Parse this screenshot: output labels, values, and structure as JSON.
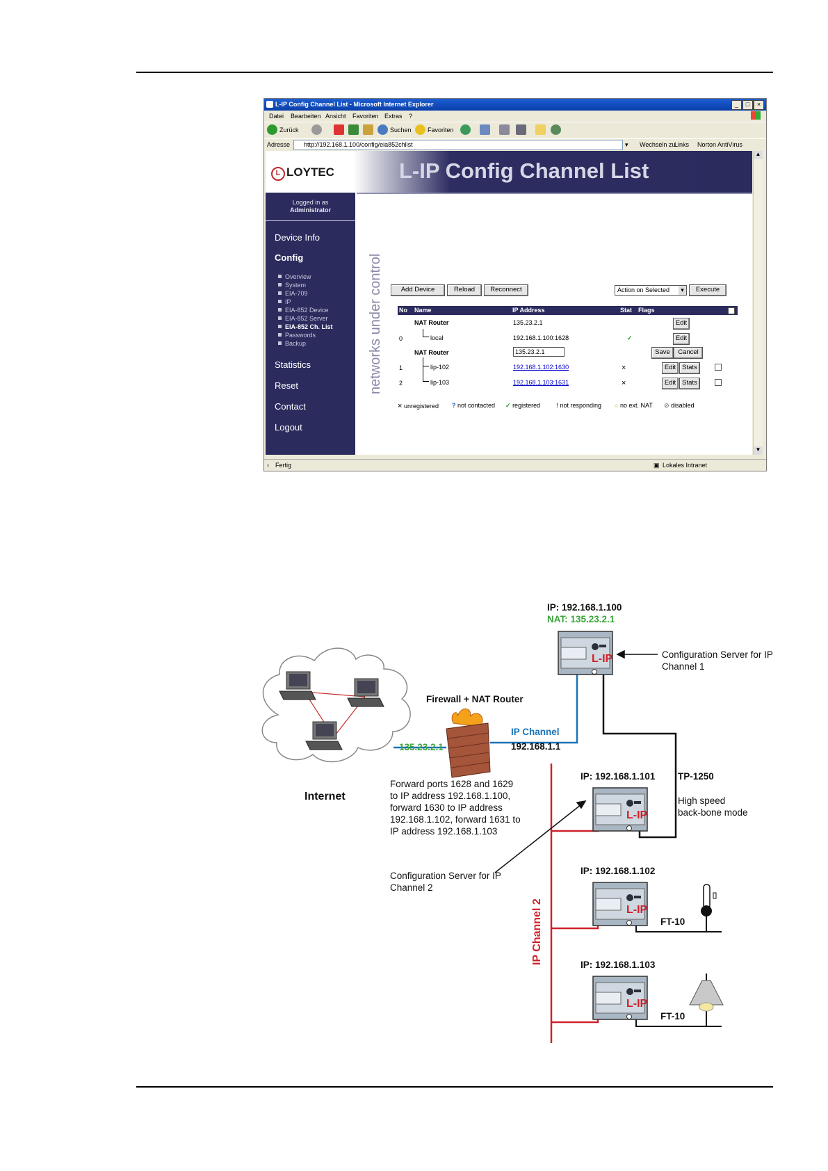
{
  "browser": {
    "window_title": "L-IP Config Channel List - Microsoft Internet Explorer",
    "menu": [
      "Datei",
      "Bearbeiten",
      "Ansicht",
      "Favoriten",
      "Extras",
      "?"
    ],
    "toolbar": {
      "back": "Zurück",
      "search": "Suchen",
      "favorites": "Favoriten"
    },
    "address_label": "Adresse",
    "address": "http://192.168.1.100/config/eia852chlist",
    "go_label": "Wechseln zu",
    "links_label": "Links",
    "antivirus_label": "Norton AntiVirus",
    "status_left": "Fertig",
    "status_zone": "Lokales Intranet"
  },
  "page": {
    "logo": "LOYTEC",
    "logo_mark": "L",
    "title": "L-IP Config Channel List",
    "logged_in_line1": "Logged in as",
    "logged_in_line2": "Administrator",
    "vertical_text": "networks under control",
    "nav": {
      "device_info": "Device Info",
      "config": "Config",
      "sub": [
        "Overview",
        "System",
        "EIA-709",
        "IP",
        "EIA-852 Device",
        "EIA-852 Server",
        "EIA-852 Ch. List",
        "Passwords",
        "Backup"
      ],
      "statistics": "Statistics",
      "reset": "Reset",
      "contact": "Contact",
      "logout": "Logout"
    },
    "buttons": {
      "add_device": "Add Device",
      "reload": "Reload",
      "reconnect": "Reconnect",
      "action_select": "Action on Selected",
      "execute": "Execute",
      "edit": "Edit",
      "save": "Save",
      "cancel": "Cancel",
      "stats": "Stats"
    },
    "table": {
      "headers": [
        "No",
        "Name",
        "IP Address",
        "Stat",
        "Flags"
      ],
      "rows": [
        {
          "no": "",
          "name": "NAT Router",
          "ip": "135.23.2.1",
          "stat": ""
        },
        {
          "no": "0",
          "name": "local",
          "ip": "192.168.1.100:1628",
          "stat": "✓"
        },
        {
          "no": "",
          "name": "NAT Router",
          "ip": "135.23.2.1",
          "stat": ""
        },
        {
          "no": "1",
          "name": "lip-102",
          "ip": "192.168.1.102:1630",
          "stat": "×"
        },
        {
          "no": "2",
          "name": "lip-103",
          "ip": "192.168.1.103:1631",
          "stat": "×"
        }
      ]
    },
    "legend": [
      "unregistered",
      "not contacted",
      "registered",
      "not responding",
      "no ext. NAT",
      "disabled"
    ],
    "legend_symbols": [
      "×",
      "?",
      "✓",
      "!",
      "○",
      "⊘"
    ]
  },
  "diagram": {
    "top_device_ip": "IP: 192.168.1.100",
    "top_device_nat": "NAT: 135.23.2.1",
    "device_label": "L-IP",
    "config_server_1": [
      "Configuration Server for IP",
      "Channel 1"
    ],
    "firewall": "Firewall + NAT Router",
    "public_ip": "135.23.2.1",
    "ip_channel": "IP Channel",
    "ip_channel_addr": "192.168.1.1",
    "internet": "Internet",
    "forward_text": [
      "Forward ports 1628 and 1629",
      "to IP address 192.168.1.100,",
      "forward 1630 to IP address",
      "192.168.1.102, forward 1631 to",
      "IP address 192.168.1.103"
    ],
    "config_server_2": [
      "Configuration Server for IP",
      "Channel 2"
    ],
    "ip_channel_2": "IP Channel 2",
    "dev_101": "IP: 192.168.1.101",
    "dev_102": "IP: 192.168.1.102",
    "dev_103": "IP: 192.168.1.103",
    "tp": "TP-1250",
    "high_speed": [
      "High speed",
      "back-bone mode"
    ],
    "ft_10": "FT-10",
    "colors": {
      "ip_channel": "#1a73b8",
      "ip_channel_2": "#d0202a",
      "nat": "#3aa43a"
    }
  }
}
